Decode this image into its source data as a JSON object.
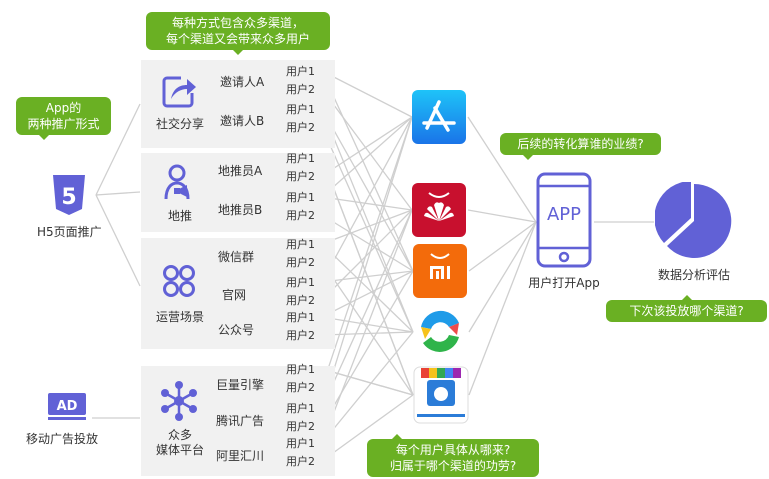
{
  "left": {
    "h5_label": "H5页面推广",
    "h5_icon_text": "5",
    "ad_label": "移动广告投放",
    "ad_icon_text": "AD"
  },
  "bubbles": {
    "forms": [
      "App的",
      "两种推广形式"
    ],
    "channels": [
      "每种方式包含众多渠道，",
      "每个渠道又会带来众多用户"
    ],
    "conversion": "后续的转化算谁的业绩?",
    "next_channel": "下次该投放哪个渠道?",
    "origin": [
      "每个用户具体从哪来?",
      "归属于哪个渠道的功劳?"
    ]
  },
  "categories": [
    {
      "label": [
        "社交分享"
      ],
      "icon": "share-icon",
      "channels": [
        "邀请人A",
        "邀请人B"
      ]
    },
    {
      "label": [
        "地推"
      ],
      "icon": "promoter-icon",
      "channels": [
        "地推员A",
        "地推员B"
      ]
    },
    {
      "label": [
        "运营场景"
      ],
      "icon": "scenes-icon",
      "channels": [
        "微信群",
        "官网",
        "公众号"
      ]
    },
    {
      "label": [
        "众多",
        "媒体平台"
      ],
      "icon": "network-icon",
      "channels": [
        "巨量引擎",
        "腾讯广告",
        "阿里汇川"
      ]
    }
  ],
  "user_labels": [
    "用户1",
    "用户2"
  ],
  "stores": [
    "app-store-icon",
    "huawei-store-icon",
    "xiaomi-store-icon",
    "qq-store-icon",
    "baidu-store-icon"
  ],
  "phone": {
    "screen_text": "APP",
    "label": "用户打开App"
  },
  "analysis": {
    "label": "数据分析评估"
  },
  "colors": {
    "accent": "#6ab023",
    "purple": "#6161d6",
    "line": "#cfcfcf",
    "panel": "#f1f1f1"
  }
}
